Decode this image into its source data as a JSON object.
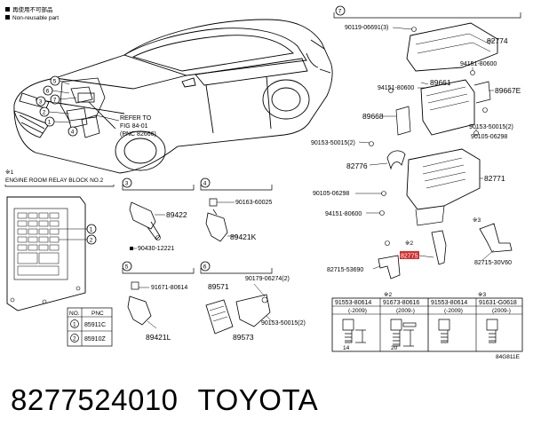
{
  "legend": {
    "reuse_icon": "black-square",
    "line1": "再使用不可部品",
    "line2": "Non-reusable part"
  },
  "car_callout": {
    "refer_line1": "REFER TO",
    "refer_line2": "FIG 84-01",
    "refer_line3": "(PNC 82666)",
    "circles": [
      "5",
      "6",
      "3",
      "2",
      "1",
      "7",
      "4"
    ]
  },
  "relay_block": {
    "note_mark": "※1",
    "title": "ENGINE ROOM RELAY BLOCK NO.2",
    "table_headers": [
      "NO.",
      "PNC"
    ],
    "table_rows": [
      {
        "no": "1",
        "pnc": "85911C"
      },
      {
        "no": "2",
        "pnc": "85910Z"
      }
    ],
    "callouts": [
      "1",
      "2"
    ]
  },
  "sections": [
    {
      "num": "3",
      "parts": [
        "89422",
        "90430-12221"
      ]
    },
    {
      "num": "4",
      "parts": [
        "90163-60025",
        "89421K"
      ]
    },
    {
      "num": "5",
      "parts": [
        "91671-80614",
        "89421L"
      ]
    },
    {
      "num": "6",
      "parts": [
        "89571",
        "90179-06274(2)",
        "90153-50015(2)",
        "89573"
      ]
    }
  ],
  "section7": {
    "num": "7",
    "parts": [
      "90119-06691(3)",
      "82774",
      "94151-80600",
      "94151-80600",
      "89661",
      "89667E",
      "89668",
      "90153-50015(2)",
      "90105-06298",
      "90153-50015(2)",
      "82776",
      "82771",
      "90105-06298",
      "94151-80600",
      "82775",
      "82715-53690",
      "82715-30V60"
    ],
    "highlight": "82775",
    "note2": "※2",
    "note3": "※3"
  },
  "bolt_table": {
    "groups": [
      {
        "mark": "※2",
        "cols": [
          {
            "part": "91553-80614",
            "date": "(-2009)",
            "dim": "14"
          },
          {
            "part": "91673-80616",
            "date": "(2009-)",
            "dim": "20"
          }
        ]
      },
      {
        "mark": "※3",
        "cols": [
          {
            "part": "91553-80614",
            "date": "(-2009)",
            "dim": ""
          },
          {
            "part": "91631-G0618",
            "date": "(2009-)",
            "dim": ""
          }
        ]
      }
    ]
  },
  "diagram_code": "84G811E",
  "footer": {
    "part_number": "8277524010",
    "brand": "TOYOTA"
  }
}
